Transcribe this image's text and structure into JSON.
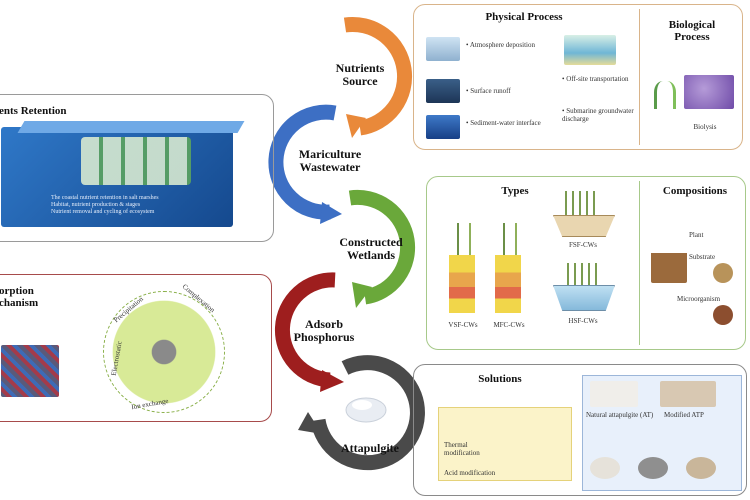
{
  "flow": {
    "nutrients_source": "Nutrients\nSource",
    "mariculture_wastewater": "Mariculture\nWastewater",
    "constructed_wetlands": "Constructed\nWetlands",
    "adsorb_phosphorus": "Adsorb\nPhosphorus",
    "attapulgite": "Attapulgite"
  },
  "panels": {
    "physical": {
      "title": "Physical Process",
      "items": [
        "Atmosphere deposition",
        "Surface runoff",
        "Sediment-water interface",
        "Off-site transportation",
        "Submarine groundwater discharge"
      ]
    },
    "biological": {
      "title": "Biological Process",
      "caption": "Biolysis"
    },
    "retention": {
      "title": "ents Retention",
      "lines": [
        "The coastal nutrient retention in salt marshes",
        "Habitat, nutrient production & stages",
        "Nutrient removal and cycling of ecosystem"
      ]
    },
    "types": {
      "title": "Types",
      "labels": [
        "VSF-CWs",
        "MFC-CWs",
        "FSF-CWs",
        "HSF-CWs"
      ]
    },
    "compositions": {
      "title": "Compositions",
      "labels": [
        "Plant",
        "Substrate",
        "Microorganism"
      ]
    },
    "sorption": {
      "title": "orption\nchanism",
      "circle_labels": [
        "Precipitation",
        "Complexation",
        "Electrostatic",
        "Ion exchange"
      ]
    },
    "solutions": {
      "title": "Solutions",
      "left_labels": [
        "Thermal modification",
        "Acid modification"
      ],
      "right_labels": [
        "Natural attapulgite (AT)",
        "Modified ATP"
      ]
    }
  },
  "colors": {
    "orange": "#e9893a",
    "blue": "#3d6fc4",
    "green": "#6aa83a",
    "darkred": "#9e1e1e",
    "gray": "#4a4a4a"
  }
}
